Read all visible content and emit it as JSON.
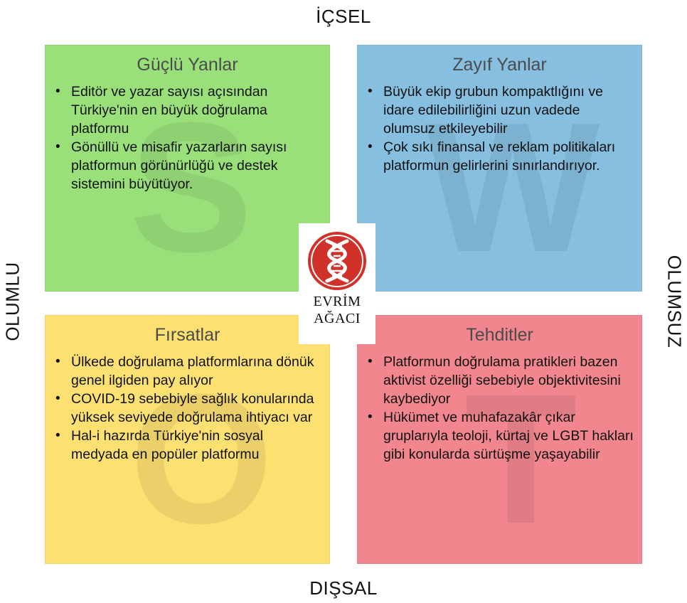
{
  "axes": {
    "top": "İÇSEL",
    "bottom": "DIŞSAL",
    "left": "OLUMLU",
    "right": "OLUMSUZ"
  },
  "quadrants": {
    "strengths": {
      "title": "Güçlü Yanlar",
      "letter": "S",
      "color": "#99e07b",
      "items": [
        "Editör ve yazar sayısı açısından Türkiye'nin en büyük doğrulama platformu",
        "Gönüllü ve misafir yazarların sayısı platformun görünürlüğü ve destek sistemini büyütüyor."
      ]
    },
    "weaknesses": {
      "title": "Zayıf Yanlar",
      "letter": "W",
      "color": "#86bfe0",
      "items": [
        "Büyük ekip grubun kompaktlığını ve idare edilebilirliğini uzun vadede olumsuz etkileyebilir",
        "Çok sıkı finansal ve reklam politikaları platformun gelirlerini sınırlandırıyor."
      ]
    },
    "opportunities": {
      "title": "Fırsatlar",
      "letter": "O",
      "color": "#fde072",
      "items": [
        "Ülkede doğrulama platformlarına dönük genel ilgiden pay alıyor",
        "COVID-19 sebebiyle sağlık konularında yüksek seviyede doğrulama ihtiyacı var",
        "Hal-i hazırda Türkiye'nin sosyal medyada en popüler platformu"
      ]
    },
    "threats": {
      "title": "Tehditler",
      "letter": "T",
      "color": "#f2868f",
      "items": [
        "Platformun doğrulama pratikleri bazen aktivist özelliği sebebiyle objektivitesini kaybediyor",
        "Hükümet ve muhafazakâr çıkar gruplarıyla teoloji, kürtaj ve LGBT hakları gibi konularda sürtüşme yaşayabilir"
      ]
    }
  },
  "logo": {
    "line1": "EVRİM",
    "line2": "AĞACI",
    "icon": "dna-helix-icon",
    "color": "#d0322a"
  }
}
